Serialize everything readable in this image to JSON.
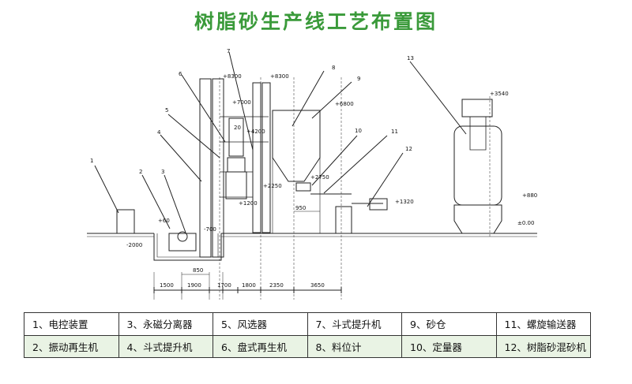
{
  "title": "树脂砂生产线工艺布置图",
  "callouts": [
    "1",
    "2",
    "3",
    "4",
    "5",
    "6",
    "7",
    "8",
    "9",
    "10",
    "11",
    "12",
    "13"
  ],
  "elevations": [
    "+8300",
    "+8300",
    "+7000",
    "+6800",
    "+4200",
    "+3540",
    "+2750",
    "+2250",
    "+1200",
    "+1320",
    "+880",
    "+60",
    "±0.00",
    "-700",
    "-2000"
  ],
  "inline_dims": [
    "20",
    "950"
  ],
  "bottom_dims": [
    "1500",
    "1900",
    "850",
    "1700",
    "1800",
    "2350",
    "3650"
  ],
  "legend": [
    [
      "1、电控装置",
      "3、永磁分离器",
      "5、风选器",
      "7、斗式提升机",
      "9、砂仓",
      "11、螺旋输送器"
    ],
    [
      "2、振动再生机",
      "4、斗式提升机",
      "6、盘式再生机",
      "8、料位计",
      "10、定量器",
      "12、树脂砂混砂机"
    ]
  ],
  "colors": {
    "title": "#3a9a3a",
    "line": "#222222",
    "legend_alt_row": "#e9f3e4"
  }
}
